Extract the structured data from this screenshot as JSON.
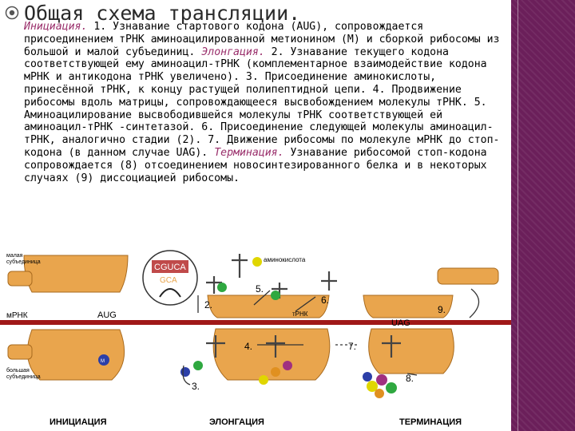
{
  "slide": {
    "title": "Общая схема трансляции.",
    "paragraph": [
      {
        "text": "Инициация.",
        "style": "hl"
      },
      {
        "text": " 1. Узнавание стартового кодона (AUG), сопровождается присоединением тРНК аминоацилированной метионином (М) и сборкой рибосомы из большой и малой субъединиц. ",
        "style": "plain"
      },
      {
        "text": "Элонгация.",
        "style": "hl"
      },
      {
        "text": " 2. Узнавание текущего кодона соответствующей ему аминоацил-тРНК (комплементарное взаимодействие кодона мРНК и антикодона тРНК увеличено). 3. Присоединение аминокислоты, принесённой тРНК, к концу растущей полипептидной цепи. 4. Продвижение рибосомы вдоль матрицы, сопровождающееся высвобождением молекулы тРНК. 5. Аминоацилирование высвободившейся молекулы тРНК соответствующей ей аминоацил-тРНК -синтетазой. 6. Присоединение следующей молекулы аминоацил-тРНК, аналогично стадии (2). 7. Движение рибосомы по молекуле мРНК до стоп-кодона (в данном случае UAG). ",
        "style": "plain"
      },
      {
        "text": "Терминация.",
        "style": "hl"
      },
      {
        "text": " Узнавание рибосомой стоп-кодона сопровождается (8) отсоединением новосинтезированного белка и в некоторых случаях (9) диссоциацией рибосомы.",
        "style": "plain"
      }
    ]
  },
  "diagram": {
    "labels": {
      "small_subunit_top": [
        "малая",
        "субъединица"
      ],
      "large_subunit_bottom": [
        "большая",
        "субъединица"
      ],
      "mrna": "мРНК",
      "aug": "AUG",
      "uag": "UAG",
      "trna": "тРНК",
      "amino_acid": "аминокислота",
      "codon_zoom": "CGUCA",
      "codon_zoom2": "GCA",
      "methionine": "M"
    },
    "steps": [
      "2.",
      "3.",
      "4.",
      "5.",
      "6.",
      "7.",
      "8.",
      "9."
    ],
    "phases": [
      "ИНИЦИАЦИЯ",
      "ЭЛОНГАЦИЯ",
      "ТЕРМИНАЦИЯ"
    ],
    "colors": {
      "ribosome": "#e9a54d",
      "mrna": "#a01818",
      "sidebar": "#6b1f5a",
      "highlight_text": "#9a2f6b"
    }
  }
}
